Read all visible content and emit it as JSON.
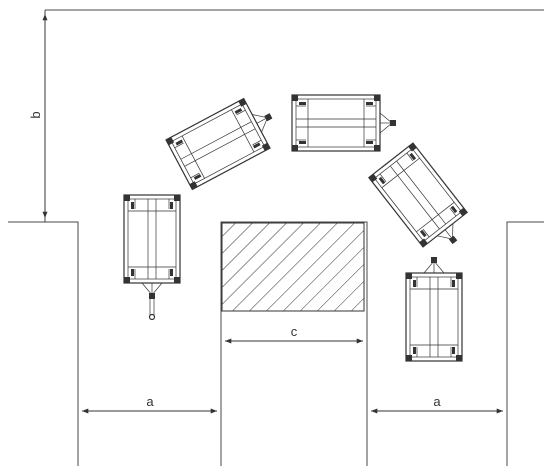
{
  "diagram": {
    "labels": {
      "a_left": "a",
      "a_right": "a",
      "b": "b",
      "c": "c"
    },
    "colors": {
      "line": "#333333",
      "background": "#ffffff"
    }
  }
}
